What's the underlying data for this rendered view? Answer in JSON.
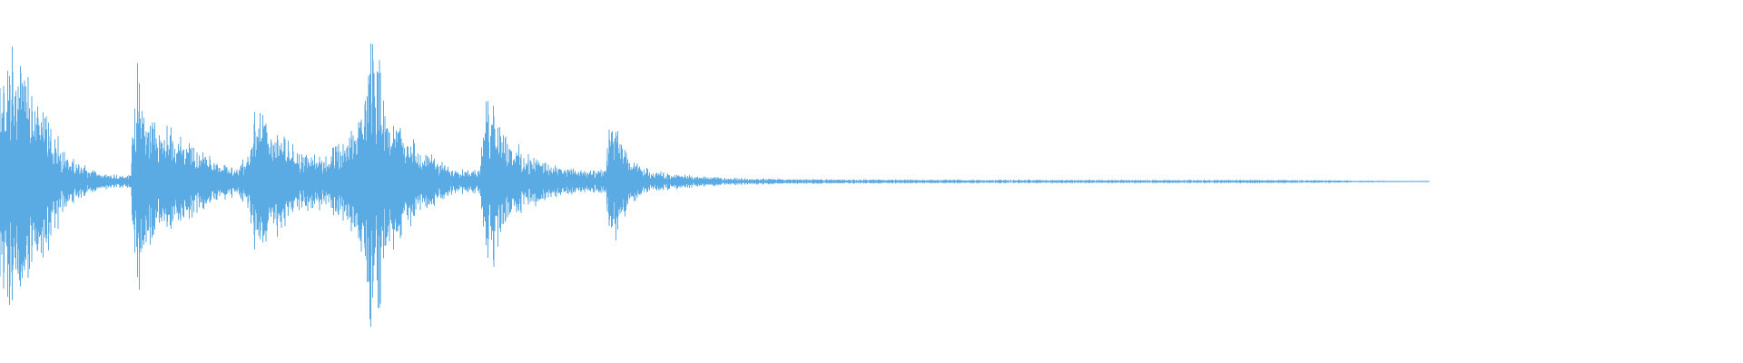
{
  "waveform": {
    "color": "#5aaae3",
    "background": "#ffffff",
    "envelope": [
      [
        0.0,
        0.7
      ],
      [
        0.25,
        0.72
      ],
      [
        0.55,
        0.85
      ],
      [
        0.75,
        0.9
      ],
      [
        1.0,
        0.8
      ],
      [
        1.4,
        0.76
      ],
      [
        1.9,
        0.74
      ],
      [
        2.4,
        0.6
      ],
      [
        2.9,
        0.45
      ],
      [
        3.4,
        0.3
      ],
      [
        3.9,
        0.18
      ],
      [
        4.4,
        0.14
      ],
      [
        5.0,
        0.1
      ],
      [
        5.6,
        0.06
      ],
      [
        6.3,
        0.05
      ],
      [
        7.0,
        0.04
      ],
      [
        7.5,
        0.06
      ],
      [
        7.8,
        0.75
      ],
      [
        8.0,
        0.82
      ],
      [
        8.3,
        0.5
      ],
      [
        8.8,
        0.42
      ],
      [
        9.5,
        0.38
      ],
      [
        10.5,
        0.3
      ],
      [
        11.5,
        0.2
      ],
      [
        12.5,
        0.16
      ],
      [
        13.5,
        0.1
      ],
      [
        14.3,
        0.2
      ],
      [
        14.6,
        0.55
      ],
      [
        14.9,
        0.5
      ],
      [
        15.3,
        0.45
      ],
      [
        16.0,
        0.35
      ],
      [
        17.0,
        0.22
      ],
      [
        18.0,
        0.18
      ],
      [
        19.0,
        0.22
      ],
      [
        20.0,
        0.28
      ],
      [
        20.8,
        0.55
      ],
      [
        21.3,
        0.98
      ],
      [
        21.6,
        0.95
      ],
      [
        22.0,
        0.7
      ],
      [
        22.6,
        0.45
      ],
      [
        23.3,
        0.32
      ],
      [
        24.3,
        0.22
      ],
      [
        25.3,
        0.14
      ],
      [
        26.3,
        0.1
      ],
      [
        27.5,
        0.08
      ],
      [
        27.9,
        0.55
      ],
      [
        28.2,
        0.62
      ],
      [
        28.6,
        0.45
      ],
      [
        29.3,
        0.3
      ],
      [
        30.3,
        0.18
      ],
      [
        31.3,
        0.14
      ],
      [
        32.3,
        0.1
      ],
      [
        33.2,
        0.08
      ],
      [
        34.7,
        0.08
      ],
      [
        35.0,
        0.42
      ],
      [
        35.3,
        0.4
      ],
      [
        35.8,
        0.25
      ],
      [
        36.3,
        0.14
      ],
      [
        37.3,
        0.08
      ],
      [
        38.3,
        0.06
      ],
      [
        39.3,
        0.045
      ],
      [
        40.3,
        0.035
      ],
      [
        42.0,
        0.025
      ],
      [
        45.0,
        0.018
      ],
      [
        50.0,
        0.015
      ],
      [
        55.0,
        0.013
      ],
      [
        60.0,
        0.012
      ],
      [
        66.0,
        0.012
      ],
      [
        70.0,
        0.012
      ],
      [
        73.0,
        0.012
      ],
      [
        75.0,
        0.01
      ],
      [
        77.0,
        0.008
      ],
      [
        78.0,
        0.006
      ],
      [
        80.0,
        0.0045
      ],
      [
        82.0,
        0.0
      ],
      [
        100.0,
        0.0
      ]
    ]
  }
}
